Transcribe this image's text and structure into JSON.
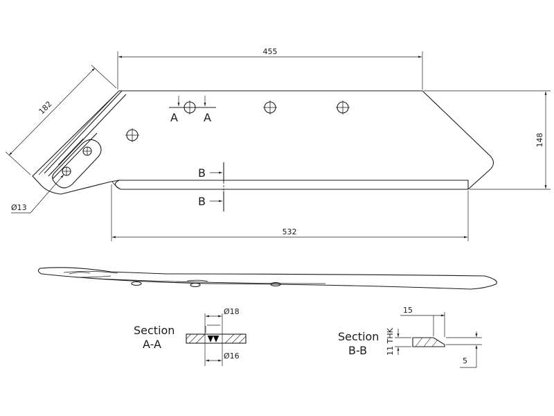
{
  "dimensions": {
    "top_length": "455",
    "bottom_length": "532",
    "height": "148",
    "angled_edge": "182",
    "hole_diameter": "Ø13"
  },
  "section_markers": {
    "a_left": "A",
    "a_right": "A",
    "b_top": "B",
    "b_bottom": "B"
  },
  "section_a": {
    "title_line1": "Section",
    "title_line2": "A-A",
    "outer_diameter": "Ø18",
    "inner_diameter": "Ø16"
  },
  "section_b": {
    "title_line1": "Section",
    "title_line2": "B-B",
    "width": "15",
    "thickness": "11 THK",
    "bevel": "5"
  }
}
